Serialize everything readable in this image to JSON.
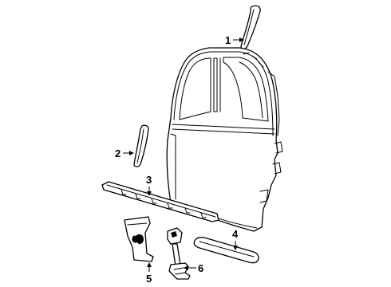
{
  "callouts": [
    {
      "id": "1",
      "label": "1",
      "part": "upper-rear-window-frame-molding"
    },
    {
      "id": "2",
      "label": "2",
      "part": "door-edge-applique"
    },
    {
      "id": "3",
      "label": "3",
      "part": "lower-body-side-molding"
    },
    {
      "id": "4",
      "label": "4",
      "part": "door-body-side-molding"
    },
    {
      "id": "5",
      "label": "5",
      "part": "door-trim-bracket"
    },
    {
      "id": "6",
      "label": "6",
      "part": "door-check-link"
    }
  ],
  "colors": {
    "line": "#000000",
    "background": "#ffffff"
  }
}
